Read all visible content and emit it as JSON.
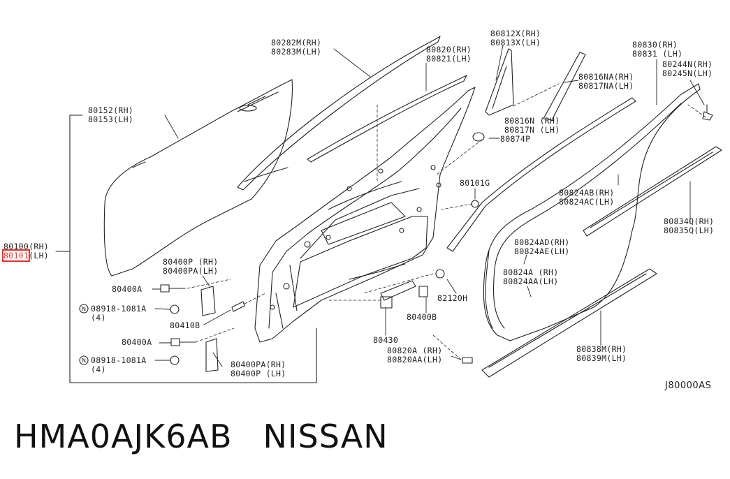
{
  "labels": {
    "hinge_upper": [
      "80400P (RH)",
      "80400PA(LH)"
    ],
    "hinge_lower": [
      "80400PA(RH)",
      "80400P (LH)"
    ],
    "bolt_upper": "80400A",
    "bolt_lower": "80400A",
    "nut_upper": "08918-1081A",
    "nut_upper_qty": "(4)",
    "nut_lower": "08918-1081A",
    "nut_lower_qty": "(4)",
    "pin": "80410B",
    "door_shell": [
      "80100(RH)",
      "80101(LH)"
    ],
    "outer_panel": [
      "80152(RH)",
      "80153(LH)"
    ],
    "moulding_outer": [
      "80282M(RH)",
      "80283M(LH)"
    ],
    "weatherstrip_inner": [
      "80820(RH)",
      "80821(LH)"
    ],
    "sash_cover": [
      "80812X(RH)",
      "80813X(LH)"
    ],
    "sash_finisher": [
      "80816NA(RH)",
      "80817NA(LH)"
    ],
    "sash_seal": [
      "80816N (RH)",
      "80817N (LH)"
    ],
    "weatherstrip_main": [
      "80830(RH)",
      "80831 (LH)"
    ],
    "clip_top": [
      "80244N(RH)",
      "80245N(LH)"
    ],
    "grommet": "80874P",
    "clip_mid": "80101G",
    "clip_ab": [
      "80824AB(RH)",
      "80824AC(LH)"
    ],
    "seal_lower": [
      "80834Q(RH)",
      "80835Q(LH)"
    ],
    "clip_ad": [
      "80824AD(RH)",
      "80824AE(LH)"
    ],
    "clip_a": [
      "80824A (RH)",
      "80824AA(LH)"
    ],
    "plug": "82120H",
    "bolt_check": "80400B",
    "check_link": "80430",
    "clip_820a": [
      "80820A (RH)",
      "80820AA(LH)"
    ],
    "seal_sill": [
      "80838M(RH)",
      "80839M(LH)"
    ]
  },
  "diagram_code": "J80000AS",
  "footer": {
    "part_number": "HMA0AJK6AB",
    "brand": "NISSAN"
  },
  "highlight_color": "#e8322a"
}
